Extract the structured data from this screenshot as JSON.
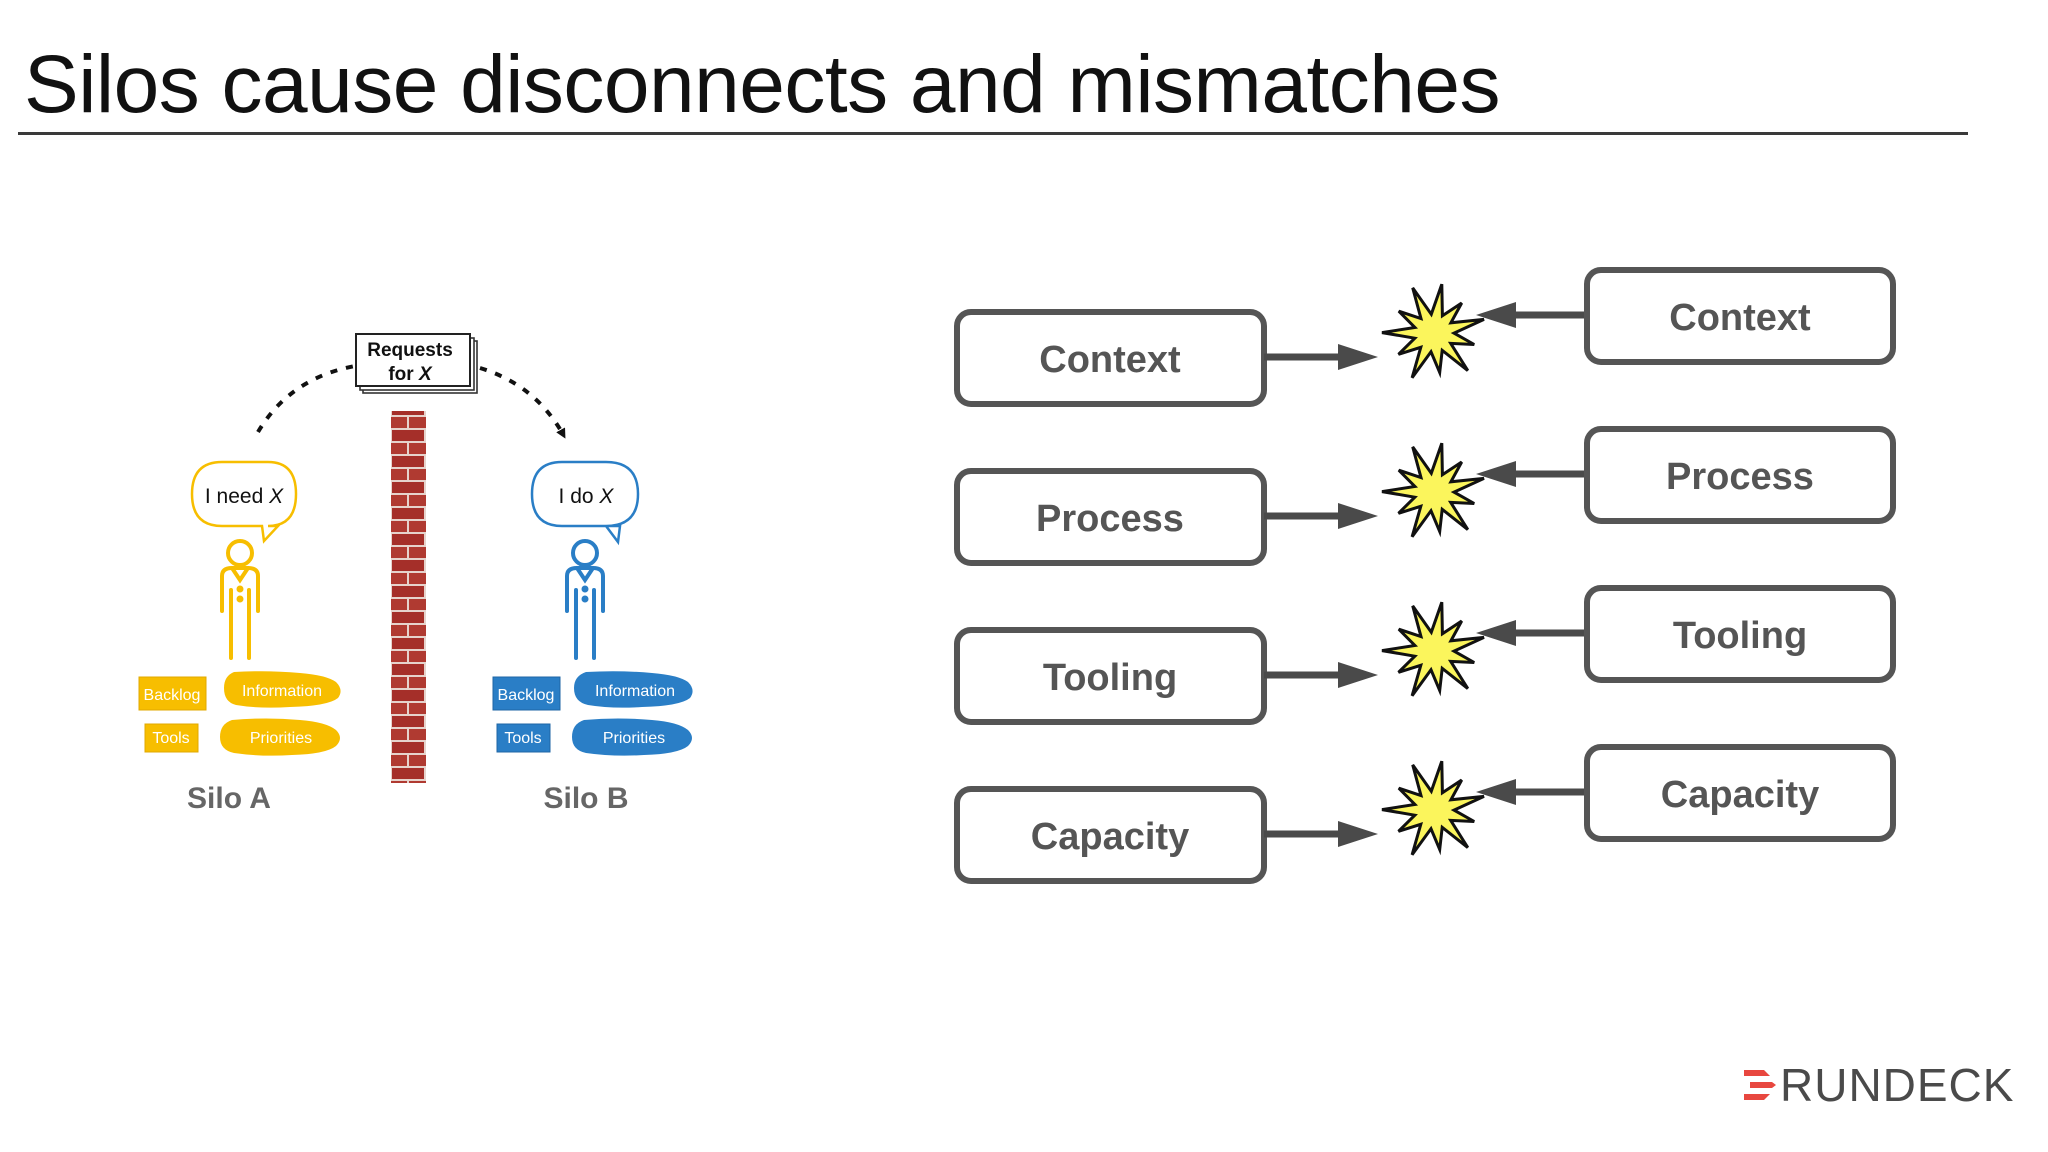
{
  "slide": {
    "title": "Silos cause disconnects and mismatches"
  },
  "silo_diagram": {
    "request_card": {
      "line1": "Requests",
      "line2_prefix": "for ",
      "line2_var": "X"
    },
    "silo_a": {
      "label": "Silo A",
      "speech_prefix": "I need ",
      "speech_var": "X",
      "tags": [
        "Backlog",
        "Information",
        "Tools",
        "Priorities"
      ],
      "color": "#f7be00"
    },
    "silo_b": {
      "label": "Silo B",
      "speech_prefix": "I do ",
      "speech_var": "X",
      "tags": [
        "Backlog",
        "Information",
        "Tools",
        "Priorities"
      ],
      "color": "#2a7ec6"
    },
    "wall_color": "#a8312b"
  },
  "mismatch": {
    "rows": [
      {
        "left": "Context",
        "right": "Context"
      },
      {
        "left": "Process",
        "right": "Process"
      },
      {
        "left": "Tooling",
        "right": "Tooling"
      },
      {
        "left": "Capacity",
        "right": "Capacity"
      }
    ],
    "burst_fill": "#fbf55c",
    "box_stroke": "#555555"
  },
  "logo": {
    "text": "RUNDECK",
    "color": "#4a4a4a",
    "accent": "#e8473f"
  }
}
